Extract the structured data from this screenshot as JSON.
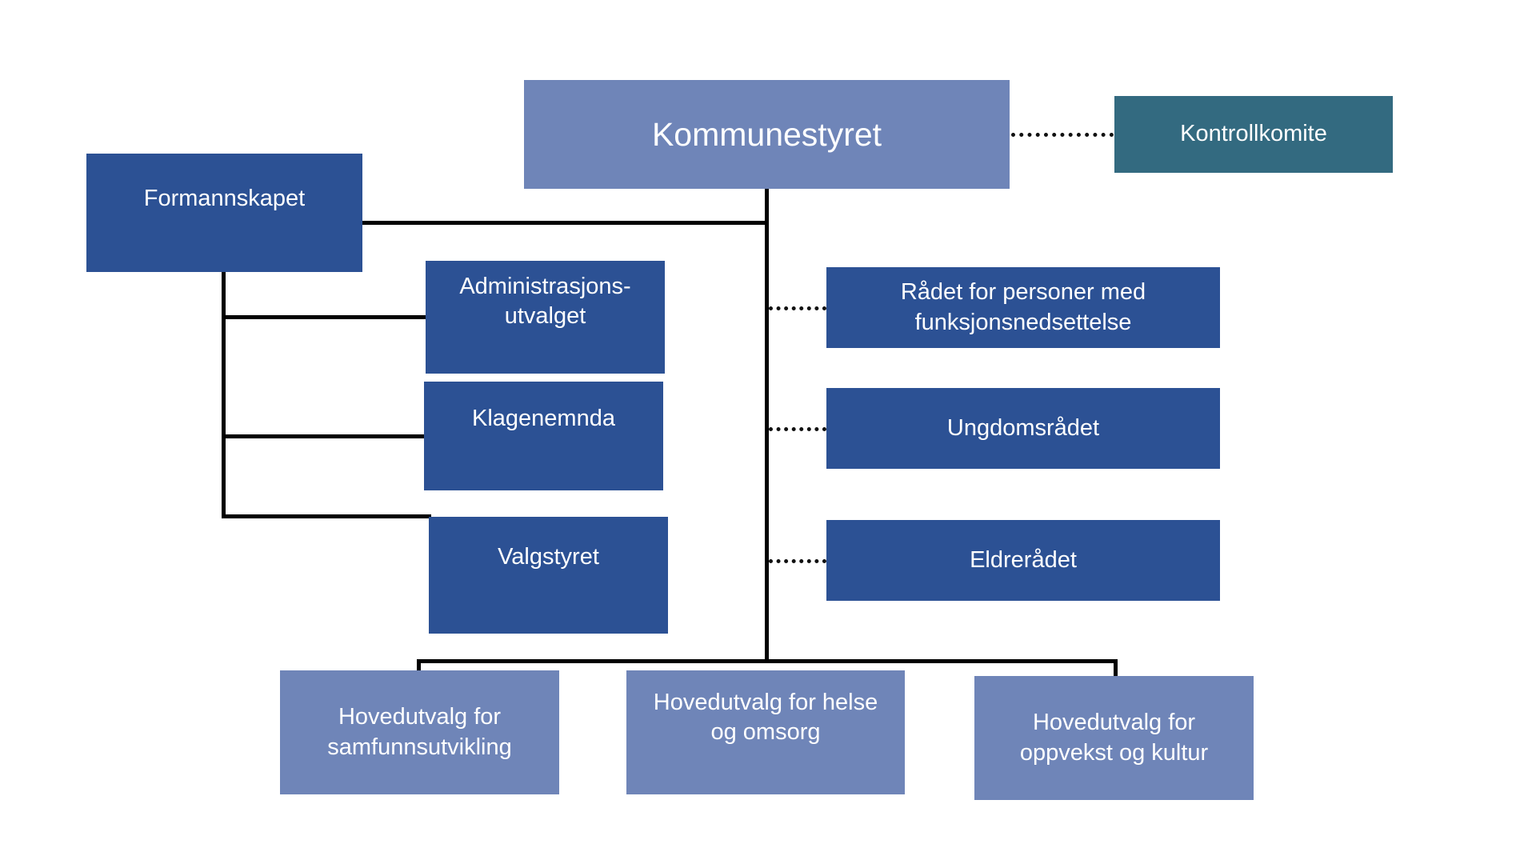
{
  "diagram": {
    "type": "organizational-chart",
    "language": "no",
    "background_color": "#FFFFFF",
    "colors": {
      "light_blue": "#6F85B8",
      "dark_blue": "#2C5194",
      "teal": "#336A80",
      "connector": "#000000",
      "node_text": "#FFFFFF"
    },
    "nodes": {
      "kommunestyret": {
        "label": "Kommunestyret",
        "color": "#6F85B8",
        "level": 0
      },
      "kontrollkomite": {
        "label": "Kontrollkomite",
        "color": "#336A80",
        "level": 1
      },
      "formannskapet": {
        "label": "Formannskapet",
        "color": "#2C5194",
        "level": 1
      },
      "administrasjonsutvalget": {
        "label": "Administrasjons-\nutvalget",
        "line1": "Administrasjons-",
        "line2": "utvalget",
        "color": "#2C5194",
        "level": 2
      },
      "klagenemnda": {
        "label": "Klagenemnda",
        "color": "#2C5194",
        "level": 2
      },
      "valgstyret": {
        "label": "Valgstyret",
        "color": "#2C5194",
        "level": 2
      },
      "radet_for_personer_med_funksjonsnedsettelse": {
        "line1": "Rådet for personer med",
        "line2": "funksjonsnedsettelse",
        "color": "#2C5194",
        "level": 1
      },
      "ungdomsradet": {
        "label": "Ungdomsrådet",
        "color": "#2C5194",
        "level": 1
      },
      "eldreradet": {
        "label": "Eldrerådet",
        "color": "#2C5194",
        "level": 1
      },
      "hovedutvalg_samfunnsutvikling": {
        "line1": "Hovedutvalg for",
        "line2": "samfunnsutvikling",
        "color": "#6F85B8",
        "level": 1
      },
      "hovedutvalg_helse_og_omsorg": {
        "line1": "Hovedutvalg for helse",
        "line2": "og omsorg",
        "color": "#6F85B8",
        "level": 1
      },
      "hovedutvalg_oppvekst_og_kultur": {
        "line1": "Hovedutvalg for",
        "line2": "oppvekst og kultur",
        "color": "#6F85B8",
        "level": 1
      }
    },
    "edges": [
      {
        "from": "kommunestyret",
        "to": "kontrollkomite",
        "style": "dotted"
      },
      {
        "from": "kommunestyret",
        "to": "formannskapet",
        "style": "solid"
      },
      {
        "from": "formannskapet",
        "to": "administrasjonsutvalget",
        "style": "solid"
      },
      {
        "from": "formannskapet",
        "to": "klagenemnda",
        "style": "solid"
      },
      {
        "from": "formannskapet",
        "to": "valgstyret",
        "style": "solid"
      },
      {
        "from": "kommunestyret",
        "to": "radet_for_personer_med_funksjonsnedsettelse",
        "style": "dotted"
      },
      {
        "from": "kommunestyret",
        "to": "ungdomsradet",
        "style": "dotted"
      },
      {
        "from": "kommunestyret",
        "to": "eldreradet",
        "style": "dotted"
      },
      {
        "from": "kommunestyret",
        "to": "hovedutvalg_samfunnsutvikling",
        "style": "solid"
      },
      {
        "from": "kommunestyret",
        "to": "hovedutvalg_helse_og_omsorg",
        "style": "solid"
      },
      {
        "from": "kommunestyret",
        "to": "hovedutvalg_oppvekst_og_kultur",
        "style": "solid"
      }
    ]
  }
}
